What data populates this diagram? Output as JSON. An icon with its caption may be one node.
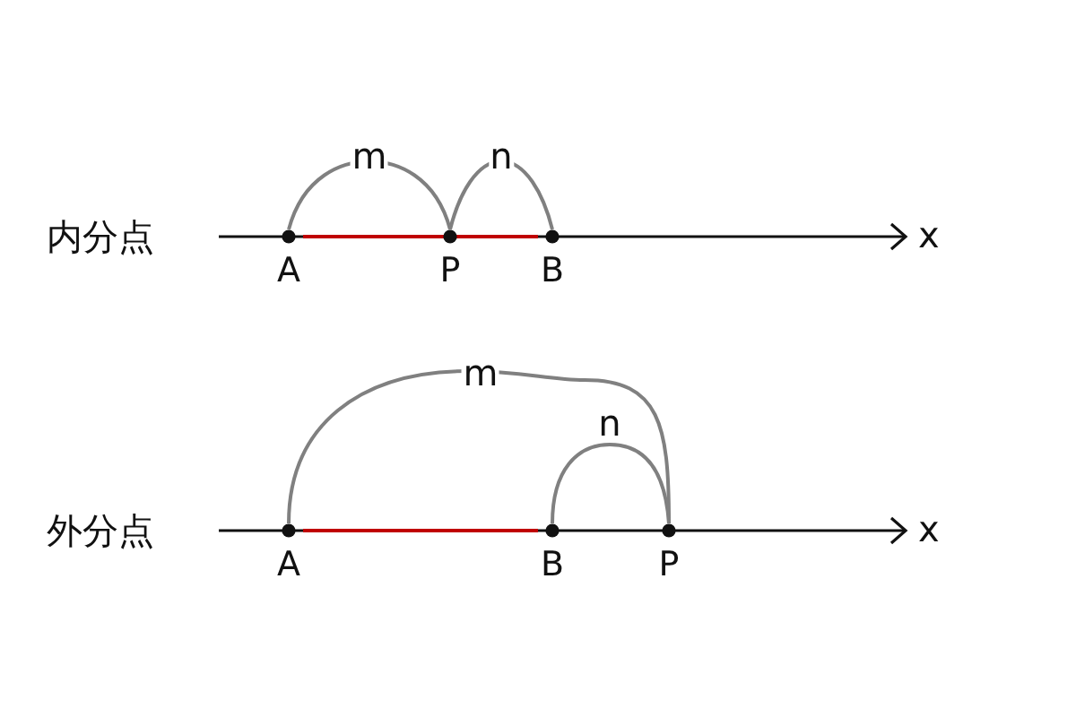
{
  "diagram": {
    "nodes": [
      {
        "text": [
          "A"
        ]
      },
      {
        "text": [
          "P"
        ]
      },
      {
        "text": [
          "B"
        ]
      },
      {
        "text": [
          "A"
        ]
      },
      {
        "text": [
          "B"
        ]
      },
      {
        "text": [
          "P"
        ]
      }
    ],
    "edges": [
      {
        "from": 0,
        "to": 1,
        "arrow": "none",
        "label": "m"
      },
      {
        "from": 1,
        "to": 2,
        "arrow": "none",
        "label": "n"
      },
      {
        "from": 0,
        "to": 2,
        "arrow": "none",
        "color": "#c00000"
      },
      {
        "from": 3,
        "to": 5,
        "arrow": "none",
        "label": "m"
      },
      {
        "from": 4,
        "to": 5,
        "arrow": "none",
        "label": "n"
      },
      {
        "from": 3,
        "to": 4,
        "arrow": "none",
        "color": "#c00000"
      }
    ],
    "labels": [
      "内分点",
      "x",
      "外分点",
      "x"
    ]
  }
}
